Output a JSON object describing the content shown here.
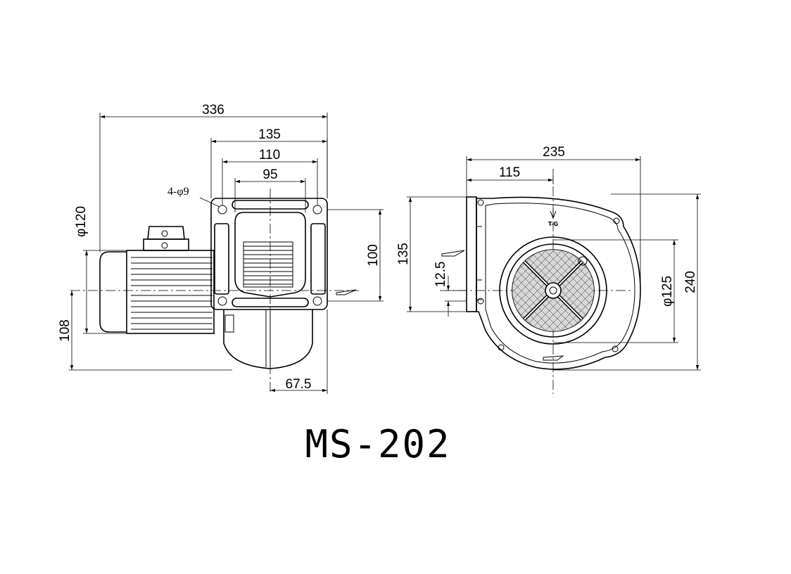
{
  "title": "MS-202",
  "note_holes": "4-φ9",
  "front_view": {
    "dims": {
      "overall_length": "336",
      "flange_width": "135",
      "hole_spacing": "110",
      "outlet_width": "95",
      "motor_diameter": "φ120",
      "flange_height": "100",
      "height_to_axis": "108",
      "outlet_offset": "67.5"
    }
  },
  "side_view": {
    "dims": {
      "overall_width": "235",
      "half_width": "115",
      "flange_height": "135",
      "flange_offset": "12.5",
      "inlet_diameter": "φ125",
      "overall_height": "240"
    },
    "marking": "T-G"
  }
}
